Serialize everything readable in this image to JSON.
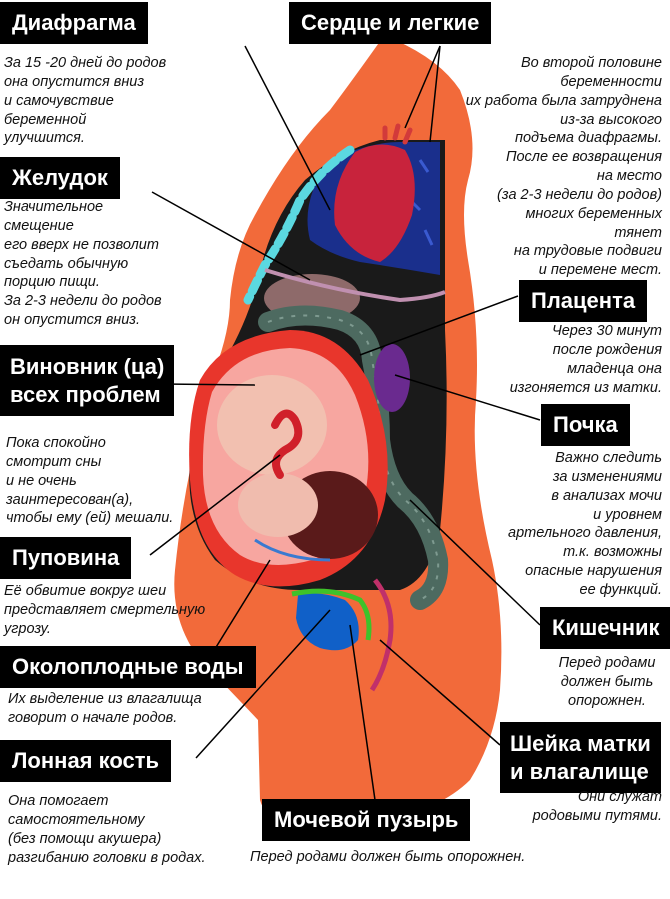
{
  "blocks": {
    "diaphragm": {
      "title": "Диафрагма",
      "lines": [
        "За 15 -20 дней до родов",
        "она опустится вниз",
        "и самочувствие",
        "беременной",
        "улучшится."
      ]
    },
    "heart": {
      "title": "Сердце и легкие",
      "lines": [
        "Во второй половине",
        "беременности",
        "их работа была затруднена",
        "из-за высокого",
        "подъема диафрагмы.",
        "После ее возвращения",
        "на место",
        "(за 2-3 недели до родов)",
        "многих беременных",
        "тянет",
        "на трудовые подвиги",
        "и перемене мест."
      ]
    },
    "stomach": {
      "title": "Желудок",
      "lines": [
        "Значительное",
        "смещение",
        "его вверх не позволит",
        "съедать обычную",
        "порцию пищи.",
        "За 2-3 недели до родов",
        "он опустится вниз."
      ]
    },
    "placenta": {
      "title": "Плацента",
      "lines": [
        "Через 30 минут",
        "после рождения",
        "младенца она",
        "изгоняется из матки."
      ]
    },
    "culprit": {
      "title_lines": [
        "Виновник (ца)",
        "всех проблем"
      ],
      "lines": [
        "Пока  спокойно",
        "смотрит сны",
        "и не очень",
        "заинтересован(а),",
        "чтобы  ему (ей) мешали."
      ]
    },
    "kidney": {
      "title": "Почка",
      "lines": [
        "Важно следить",
        "за изменениями",
        "в анализах мочи",
        "и уровнем",
        "артельного давления,",
        "т.к. возможны",
        "опасные нарушения",
        "ее функций."
      ]
    },
    "cord": {
      "title": "Пуповина",
      "lines": [
        "Её обвитие вокруг шеи",
        "представляет смертельную",
        "угрозу."
      ]
    },
    "intestine": {
      "title": "Кишечник",
      "lines": [
        "Перед родами",
        "должен быть",
        "опорожнен."
      ]
    },
    "waters": {
      "title": "Околоплодные  воды",
      "lines": [
        "Их выделение из влагалища",
        "говорит о начале родов."
      ]
    },
    "pubic": {
      "title": "Лонная кость",
      "lines": [
        "Она помогает",
        "самостоятельному",
        "(без помощи акушера)",
        "разгибанию головки в родах."
      ]
    },
    "cervix": {
      "title_lines": [
        "Шейка матки",
        "и влагалище"
      ],
      "lines": [
        "Они служат",
        "родовыми путями."
      ]
    },
    "bladder": {
      "title": "Мочевой пузырь",
      "lines": [
        "Перед родами должен быть опорожнен."
      ]
    }
  },
  "colors": {
    "body_skin": "#f26a3a",
    "womb": "#e8362c",
    "amniotic": "#f7a6a0",
    "lungs": "#1a2f8c",
    "diaphragm_stripe": "#5bd8e0",
    "heart": "#c8233c",
    "intestine": "#4d6a60",
    "kidney": "#6a2a8f",
    "placenta": "#5a1a1a",
    "bladder": "#1060c8",
    "label_bg": "#000000",
    "label_text": "#ffffff"
  }
}
